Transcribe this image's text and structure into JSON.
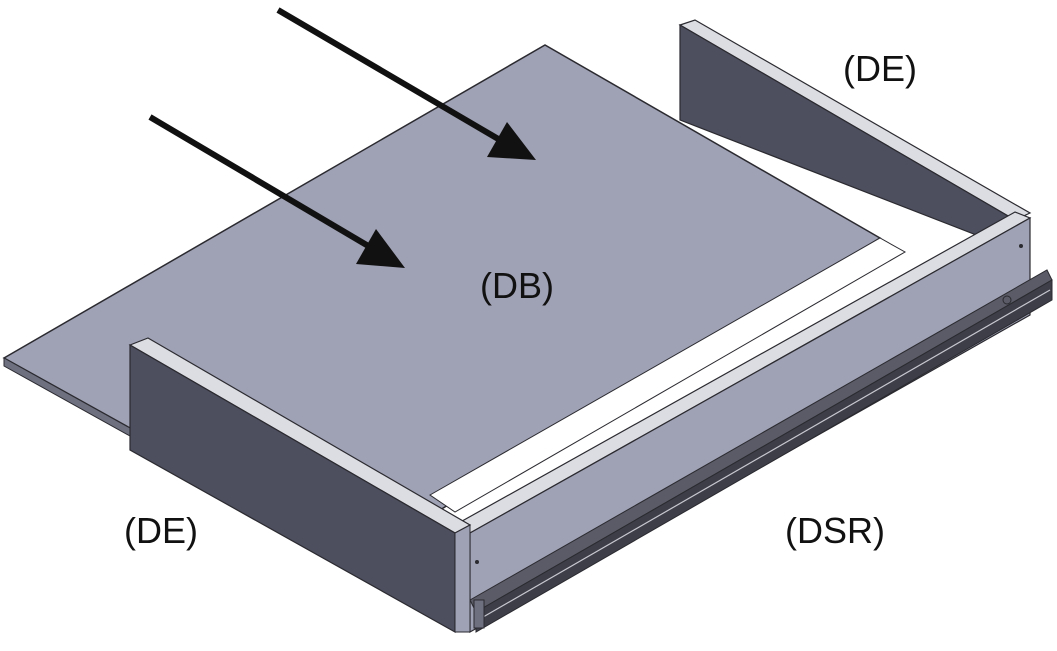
{
  "labels": {
    "top_right_part": "(DE)",
    "center_part": "(DB)",
    "left_part": "(DE)",
    "bottom_right_part": "(DSR)"
  },
  "colors": {
    "background": "#ffffff",
    "panel_face": "#9fa1b4",
    "panel_side": "#4d4e5e",
    "panel_top": "#dcdde3",
    "rail": "#5a5b66",
    "arrow": "#111111",
    "outline": "#2a2a30"
  }
}
